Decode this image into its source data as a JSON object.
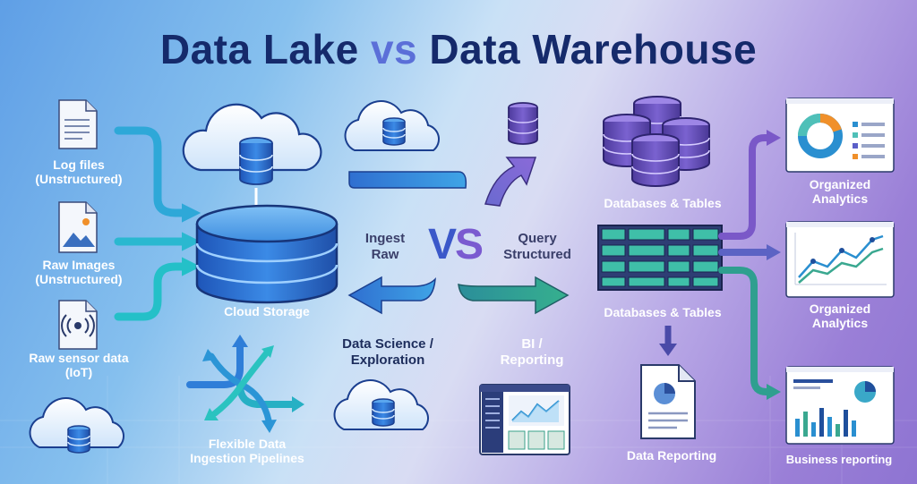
{
  "title": {
    "part1": "Data Lake",
    "vs": "vs",
    "part2": "Data Warehouse"
  },
  "left": {
    "sources": [
      {
        "line1": "Log files",
        "line2": "(Unstructured)",
        "icon": "document-icon"
      },
      {
        "line1": "Raw Images",
        "line2": "(Unstructured)",
        "icon": "image-file-icon"
      },
      {
        "line1": "Raw sensor data",
        "line2": "(IoT)",
        "icon": "sensor-icon"
      }
    ],
    "storage_label": "Cloud Storage",
    "pipelines_line1": "Flexible Data",
    "pipelines_line2": "Ingestion Pipelines"
  },
  "center": {
    "vs_v": "V",
    "vs_s": "S",
    "ingest_line1": "Ingest",
    "ingest_line2": "Raw",
    "query_line1": "Query",
    "query_line2": "Structured",
    "science_line1": "Data Science /",
    "science_line2": "Exploration",
    "bi_line1": "BI /",
    "bi_line2": "Reporting"
  },
  "right": {
    "databases_label_top": "Databases & Tables",
    "databases_label_bottom": "Databases & Tables",
    "reporting_label": "Data Reporting",
    "outputs": [
      {
        "line1": "Organized",
        "line2": "Analytics"
      },
      {
        "line1": "Organized",
        "line2": "Analytics"
      },
      {
        "line1": "Business reporting",
        "line2": ""
      }
    ]
  },
  "colors": {
    "title": "#152a6b",
    "lake_blue": "#2f6fd0",
    "teal_arrow": "#22b3c7",
    "warehouse_purple": "#7c5cc9",
    "green_arrow": "#2f9f8f",
    "donut_orange": "#f0902a"
  }
}
